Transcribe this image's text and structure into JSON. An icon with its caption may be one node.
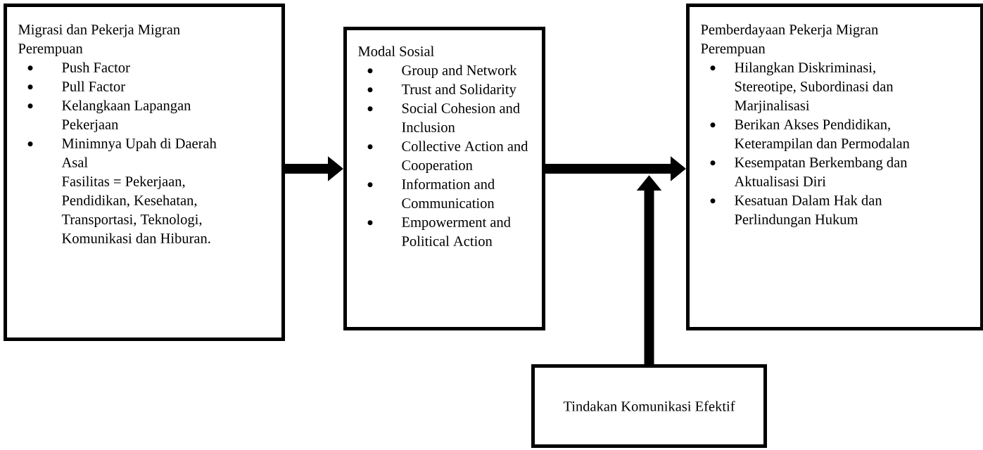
{
  "diagram": {
    "nodes": [
      {
        "text": [
          "Migrasi dan Pekerja Migran Perempuan",
          "Push Factor",
          "Pull Factor",
          "Kelangkaan Lapangan Pekerjaan",
          "Minimnya Upah di Daerah Asal",
          "Fasilitas = Pekerjaan, Pendidikan, Kesehatan, Transportasi, Teknologi, Komunikasi dan Hiburan."
        ]
      },
      {
        "text": [
          "Modal Sosial",
          "Group and Network",
          "Trust and Solidarity",
          "Social Cohesion and Inclusion",
          "Collective Action and Cooperation",
          "Information and Communication",
          "Empowerment and Political Action"
        ]
      },
      {
        "text": [
          "Pemberdayaan Pekerja Migran Perempuan",
          "Hilangkan Diskriminasi, Stereotipe, Subordinasi dan Marjinalisasi",
          "Berikan Akses Pendidikan, Keterampilan dan Permodalan",
          "Kesempatan Berkembang dan Aktualisasi Diri",
          "Kesatuan Dalam Hak dan Perlindungan Hukum"
        ]
      },
      {
        "text": [
          "Tindakan Komunikasi Efektif"
        ]
      }
    ],
    "edges": [
      {
        "from": 0,
        "to": 1,
        "arrow": "to"
      },
      {
        "from": 1,
        "to": 2,
        "arrow": "to"
      },
      {
        "from": 3,
        "to": null,
        "arrow": "to"
      }
    ]
  }
}
